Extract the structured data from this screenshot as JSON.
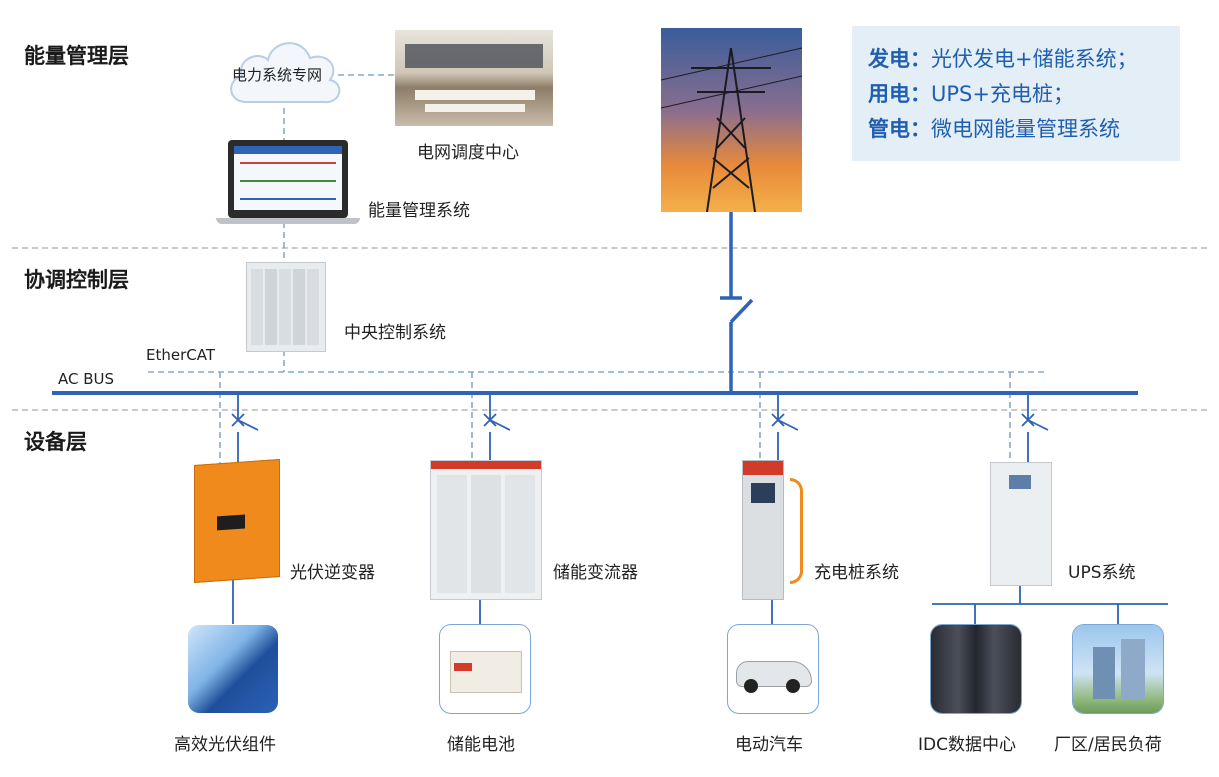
{
  "layers": {
    "energy": "能量管理层",
    "coord": "协调控制层",
    "device": "设备层"
  },
  "cloud_label": "电力系统专网",
  "grid_center": "电网调度中心",
  "ems": "能量管理系统",
  "central": "中央控制系统",
  "ethercat": "EtherCAT",
  "acbus": "AC BUS",
  "info": [
    {
      "key": "发电：",
      "value": "光伏发电+储能系统；"
    },
    {
      "key": "用电：",
      "value": "UPS+充电桩；"
    },
    {
      "key": "管电：",
      "value": "微电网能量管理系统"
    }
  ],
  "devices": {
    "pv_inverter": "光伏逆变器",
    "storage_converter": "储能变流器",
    "charger": "充电桩系统",
    "ups": "UPS系统"
  },
  "loads": {
    "pv_module": "高效光伏组件",
    "battery": "储能电池",
    "ev": "电动汽车",
    "idc": "IDC数据中心",
    "factory": "厂区/居民负荷"
  },
  "colors": {
    "bus": "#2e63b6",
    "dash": "#8aa8cf",
    "inverter": "#f08a1c",
    "accent": "#1f5fb0"
  }
}
